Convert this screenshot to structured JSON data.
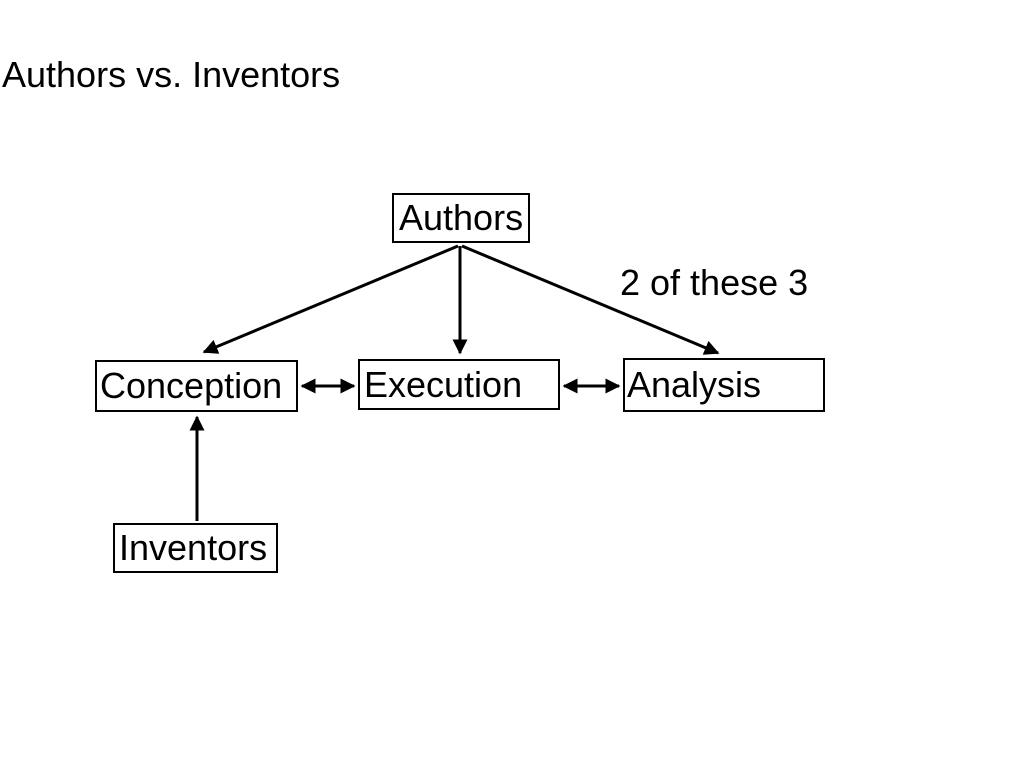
{
  "title": "Authors vs. Inventors",
  "diagram": {
    "annotation": "2 of these 3",
    "nodes": [
      {
        "id": "authors",
        "label": "Authors"
      },
      {
        "id": "conception",
        "label": "Conception"
      },
      {
        "id": "execution",
        "label": "Execution"
      },
      {
        "id": "analysis",
        "label": "Analysis"
      },
      {
        "id": "inventors",
        "label": "Inventors"
      }
    ],
    "edges": [
      {
        "from": "authors",
        "to": "conception",
        "style": "arrow"
      },
      {
        "from": "authors",
        "to": "execution",
        "style": "arrow"
      },
      {
        "from": "authors",
        "to": "analysis",
        "style": "arrow"
      },
      {
        "from": "conception",
        "to": "execution",
        "style": "double-arrow"
      },
      {
        "from": "execution",
        "to": "analysis",
        "style": "double-arrow"
      },
      {
        "from": "inventors",
        "to": "conception",
        "style": "arrow"
      }
    ]
  },
  "colors": {
    "background": "#ffffff",
    "line": "#000000",
    "box_border": "#000000",
    "text": "#000000"
  }
}
